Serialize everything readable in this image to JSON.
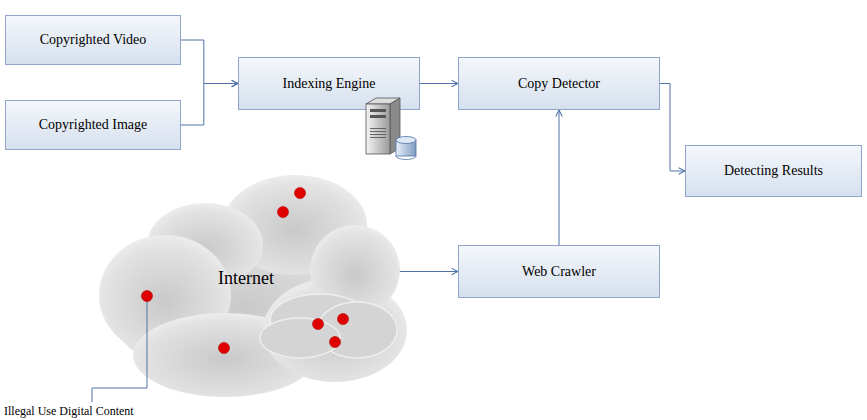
{
  "diagram": {
    "nodes": [
      {
        "text": [
          "Copyrighted Video"
        ]
      },
      {
        "text": [
          "Copyrighted Image"
        ]
      },
      {
        "text": [
          "Indexing Engine"
        ]
      },
      {
        "text": [
          "Copy Detector"
        ]
      },
      {
        "text": [
          "Detecting Results"
        ]
      },
      {
        "text": [
          "Internet"
        ]
      },
      {
        "text": [
          "Web Crawler"
        ]
      }
    ],
    "edges": [
      {
        "from": 0,
        "to": 2,
        "arrow": "to"
      },
      {
        "from": 1,
        "to": 2,
        "arrow": "to"
      },
      {
        "from": 2,
        "to": 3,
        "arrow": "to"
      },
      {
        "from": 3,
        "to": 4,
        "arrow": "to"
      },
      {
        "from": 6,
        "to": 3,
        "arrow": "to"
      },
      {
        "from": 5,
        "to": 6,
        "arrow": "to"
      }
    ],
    "labels": [
      "Illegal Use Digital Content"
    ]
  }
}
